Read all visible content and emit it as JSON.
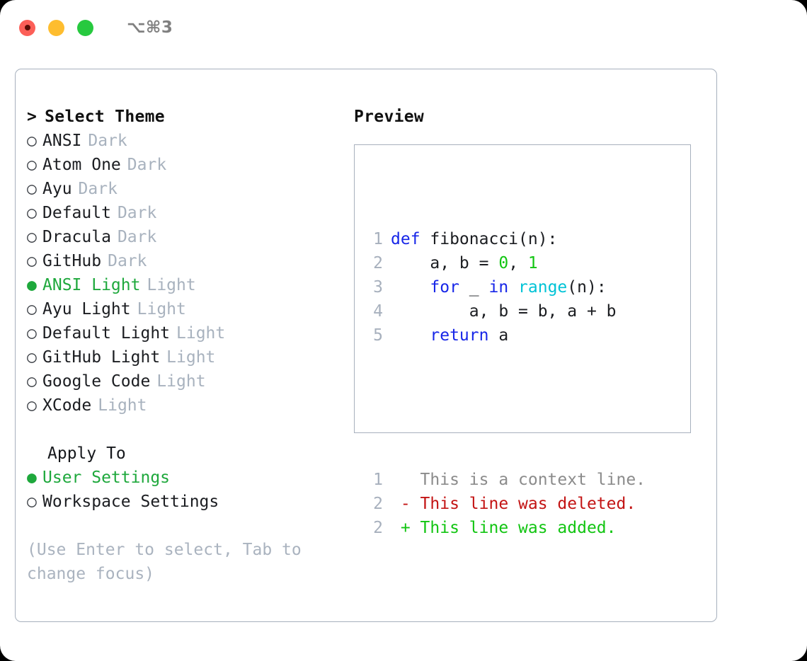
{
  "titlebar": {
    "shortcut": "⌥⌘3",
    "buttons": [
      {
        "name": "close",
        "color": "#fc5f58"
      },
      {
        "name": "minimize",
        "color": "#febd2f"
      },
      {
        "name": "maximize",
        "color": "#27c93f"
      }
    ]
  },
  "theme_panel": {
    "heading_caret": ">",
    "heading": "Select Theme",
    "marker_selected": "●",
    "marker_unselected": "○",
    "items": [
      {
        "name": "ANSI",
        "variant": "Dark",
        "selected": false
      },
      {
        "name": "Atom One",
        "variant": "Dark",
        "selected": false
      },
      {
        "name": "Ayu",
        "variant": "Dark",
        "selected": false
      },
      {
        "name": "Default",
        "variant": "Dark",
        "selected": false
      },
      {
        "name": "Dracula",
        "variant": "Dark",
        "selected": false
      },
      {
        "name": "GitHub",
        "variant": "Dark",
        "selected": false
      },
      {
        "name": "ANSI Light",
        "variant": "Light",
        "selected": true
      },
      {
        "name": "Ayu Light",
        "variant": "Light",
        "selected": false
      },
      {
        "name": "Default Light",
        "variant": "Light",
        "selected": false
      },
      {
        "name": "GitHub Light",
        "variant": "Light",
        "selected": false
      },
      {
        "name": "Google Code",
        "variant": "Light",
        "selected": false
      },
      {
        "name": "XCode",
        "variant": "Light",
        "selected": false
      }
    ]
  },
  "apply_to": {
    "title": "Apply To",
    "options": [
      {
        "label": "User Settings",
        "selected": true
      },
      {
        "label": "Workspace Settings",
        "selected": false
      }
    ]
  },
  "hint": "(Use Enter to select, Tab to change focus)",
  "preview": {
    "label": "Preview",
    "code_lines": [
      {
        "no": "1",
        "tokens": [
          {
            "t": "def",
            "c": "kw"
          },
          {
            "t": " fibonacci(n):",
            "c": "plain"
          }
        ]
      },
      {
        "no": "2",
        "tokens": [
          {
            "t": "    a, b = ",
            "c": "plain"
          },
          {
            "t": "0",
            "c": "num"
          },
          {
            "t": ", ",
            "c": "plain"
          },
          {
            "t": "1",
            "c": "num"
          }
        ]
      },
      {
        "no": "3",
        "tokens": [
          {
            "t": "    ",
            "c": "plain"
          },
          {
            "t": "for",
            "c": "kw"
          },
          {
            "t": " _ ",
            "c": "plain"
          },
          {
            "t": "in",
            "c": "kw"
          },
          {
            "t": " ",
            "c": "plain"
          },
          {
            "t": "range",
            "c": "fn"
          },
          {
            "t": "(n):",
            "c": "plain"
          }
        ]
      },
      {
        "no": "4",
        "tokens": [
          {
            "t": "        a, b = b, a + b",
            "c": "plain"
          }
        ]
      },
      {
        "no": "5",
        "tokens": [
          {
            "t": "    ",
            "c": "plain"
          },
          {
            "t": "return",
            "c": "kw"
          },
          {
            "t": " a",
            "c": "plain"
          }
        ]
      }
    ],
    "diff_lines": [
      {
        "no": "1",
        "sign": " ",
        "text": "This is a context line.",
        "kind": "ctx"
      },
      {
        "no": "2",
        "sign": "-",
        "text": "This line was deleted.",
        "kind": "del"
      },
      {
        "no": "2",
        "sign": "+",
        "text": "This line was added.",
        "kind": "add"
      }
    ]
  },
  "colors": {
    "accent_green": "#1ea83c",
    "keyword_blue": "#1726e8",
    "function_cyan": "#00c3d6",
    "number_green": "#12c512",
    "diff_add": "#12c512",
    "diff_del": "#c31414",
    "muted": "#a8b2be",
    "border": "#a7b0bd"
  }
}
